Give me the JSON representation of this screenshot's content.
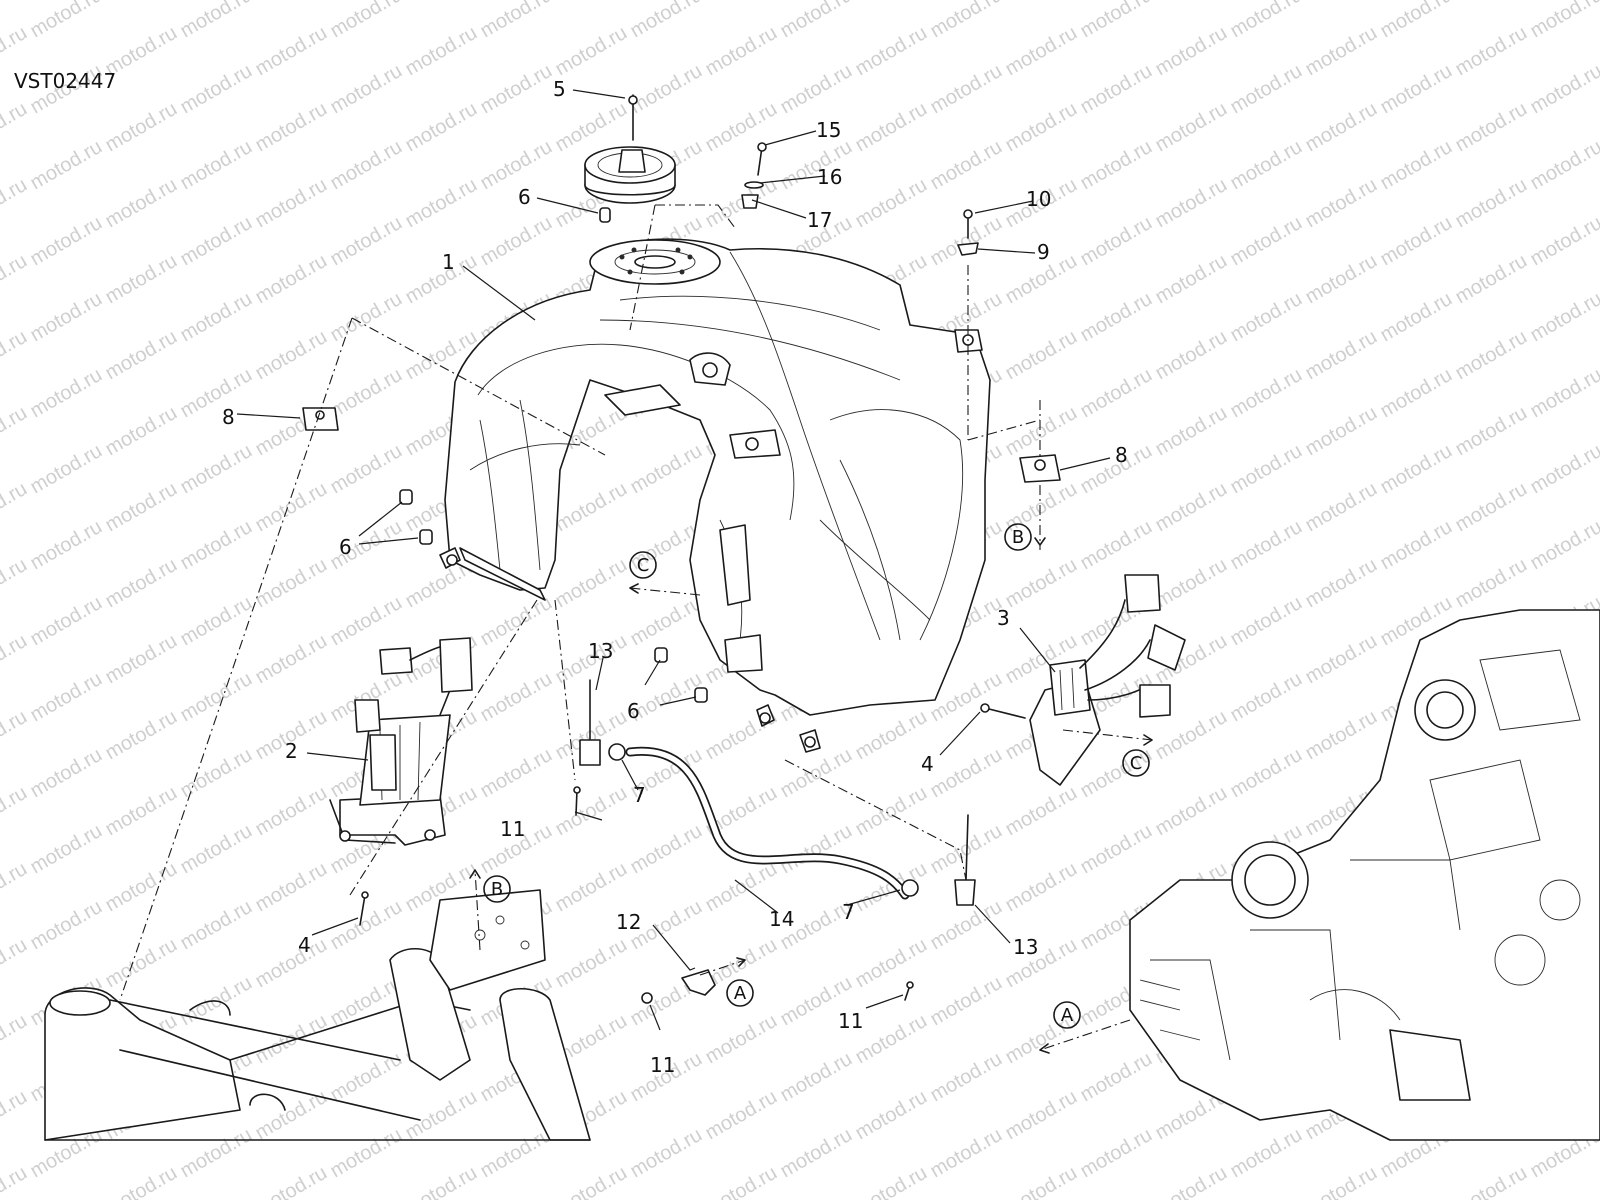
{
  "drawing_code": "VST02447",
  "watermark_text": "motod.ru",
  "callouts": {
    "c1": "1",
    "c2": "2",
    "c3": "3",
    "c4a": "4",
    "c4b": "4",
    "c5": "5",
    "c6a": "6",
    "c6b": "6",
    "c6c": "6",
    "c7a": "7",
    "c7b": "7",
    "c8a": "8",
    "c8b": "8",
    "c9": "9",
    "c10": "10",
    "c11a": "11",
    "c11b": "11",
    "c11c": "11",
    "c12": "12",
    "c13a": "13",
    "c13b": "13",
    "c14": "14",
    "c15": "15",
    "c16": "16",
    "c17": "17"
  },
  "ref_markers": {
    "a1": "A",
    "a2": "A",
    "b1": "B",
    "b2": "B",
    "cc1": "C",
    "cc2": "C"
  },
  "colors": {
    "line": "#1a1a1a",
    "watermark": "#cfcfcf",
    "background": "#ffffff"
  }
}
